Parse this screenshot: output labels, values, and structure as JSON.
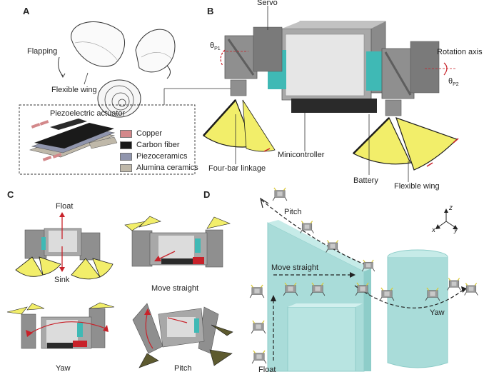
{
  "panels": {
    "a": "A",
    "b": "B",
    "c": "C",
    "d": "D"
  },
  "panel_a": {
    "flapping": "Flapping",
    "flexible_wing": "Flexible wing",
    "actuator_title": "Piezoelectric actuator",
    "legend": [
      {
        "label": "Copper",
        "color": "#d3888a"
      },
      {
        "label": "Carbon fiber",
        "color": "#1a1a1a"
      },
      {
        "label": "Piezoceramics",
        "color": "#9095ad"
      },
      {
        "label": "Alumina ceramics",
        "color": "#bfb8a9"
      }
    ]
  },
  "panel_b": {
    "servo": "Servo",
    "theta_p1_base": "θ",
    "theta_p1_sub": "P1",
    "rotation_axis": "Rotation axis",
    "theta_p2_base": "θ",
    "theta_p2_sub": "P2",
    "minicontroller": "Minicontroller",
    "four_bar": "Four-bar linkage",
    "battery": "Battery",
    "flexible_wing": "Flexible wing"
  },
  "panel_c": {
    "float": "Float",
    "sink": "Sink",
    "move_straight": "Move straight",
    "yaw": "Yaw",
    "pitch": "Pitch"
  },
  "panel_d": {
    "pitch": "Pitch",
    "move_straight": "Move straight",
    "yaw": "Yaw",
    "float": "Float",
    "axis_z": "z",
    "axis_x": "x",
    "axis_y": "y"
  },
  "colors": {
    "wing": "#f2ee6a",
    "wing_edge": "#1c1c1c",
    "frame": "#8f8f8f",
    "frame_dark": "#6d6d6d",
    "body": "#aaaaaa",
    "teal": "#3fb9b5",
    "red": "#c8222a",
    "obstacle": "#a9dcd9",
    "obstacle_side": "#8ecdc9",
    "olive": "#5d5a2f"
  }
}
